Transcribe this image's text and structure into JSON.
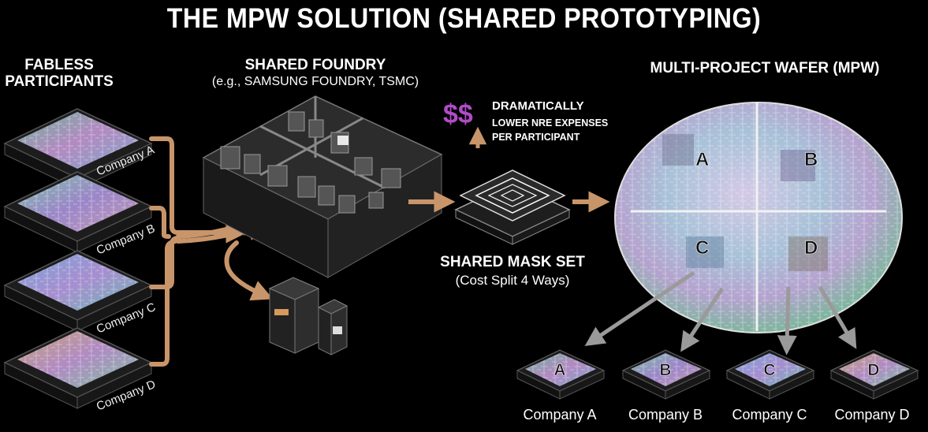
{
  "title": "THE MPW SOLUTION (SHARED PROTOTYPING)",
  "fabless": {
    "heading_line1": "FABLESS",
    "heading_line2": "PARTICIPANTS",
    "companies": [
      "Company A",
      "Company B",
      "Company C",
      "Company D"
    ]
  },
  "foundry": {
    "heading": "SHARED FOUNDRY",
    "subheading": "(e.g., SAMSUNG FOUNDRY, TSMC)"
  },
  "cost": {
    "symbol": "$$",
    "line1": "DRAMATICALLY",
    "line2": "LOWER NRE EXPENSES",
    "line3": "PER PARTICIPANT"
  },
  "mask": {
    "heading": "SHARED MASK SET",
    "subheading": "(Cost Split 4 Ways)"
  },
  "wafer": {
    "heading": "MULTI-PROJECT WAFER (MPW)",
    "quadrants": [
      "A",
      "B",
      "C",
      "D"
    ]
  },
  "outputs": {
    "chips": [
      "A",
      "B",
      "C",
      "D"
    ],
    "labels": [
      "Company A",
      "Company B",
      "Company C",
      "Company D"
    ]
  },
  "colors": {
    "arrow": "#c8956a",
    "gray_arrow": "#9a9a9a",
    "cost_purple": "#b04cc8"
  }
}
